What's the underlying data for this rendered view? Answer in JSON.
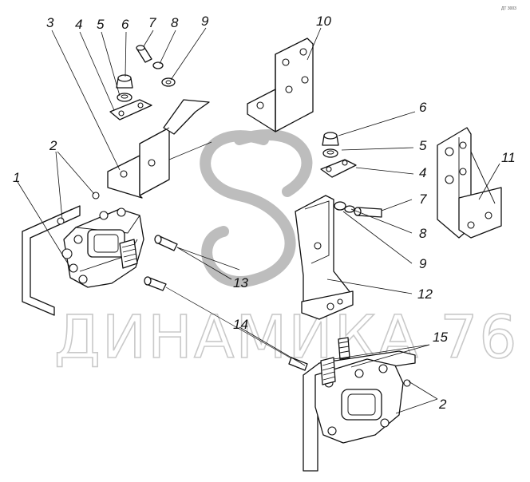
{
  "diagram": {
    "watermark_text": "ДИНАМИКА 76",
    "corner_mark": "ДТ 3003",
    "callouts": [
      {
        "id": "c1",
        "text": "1"
      },
      {
        "id": "c2a",
        "text": "2"
      },
      {
        "id": "c2b",
        "text": "2"
      },
      {
        "id": "c3",
        "text": "3"
      },
      {
        "id": "c4a",
        "text": "4"
      },
      {
        "id": "c4b",
        "text": "4"
      },
      {
        "id": "c5a",
        "text": "5"
      },
      {
        "id": "c5b",
        "text": "5"
      },
      {
        "id": "c6a",
        "text": "6"
      },
      {
        "id": "c6b",
        "text": "6"
      },
      {
        "id": "c7a",
        "text": "7"
      },
      {
        "id": "c7b",
        "text": "7"
      },
      {
        "id": "c8a",
        "text": "8"
      },
      {
        "id": "c8b",
        "text": "8"
      },
      {
        "id": "c9a",
        "text": "9"
      },
      {
        "id": "c9b",
        "text": "9"
      },
      {
        "id": "c10",
        "text": "10"
      },
      {
        "id": "c11",
        "text": "11"
      },
      {
        "id": "c12",
        "text": "12"
      },
      {
        "id": "c13",
        "text": "13"
      },
      {
        "id": "c14",
        "text": "14"
      },
      {
        "id": "c15",
        "text": "15"
      }
    ]
  }
}
